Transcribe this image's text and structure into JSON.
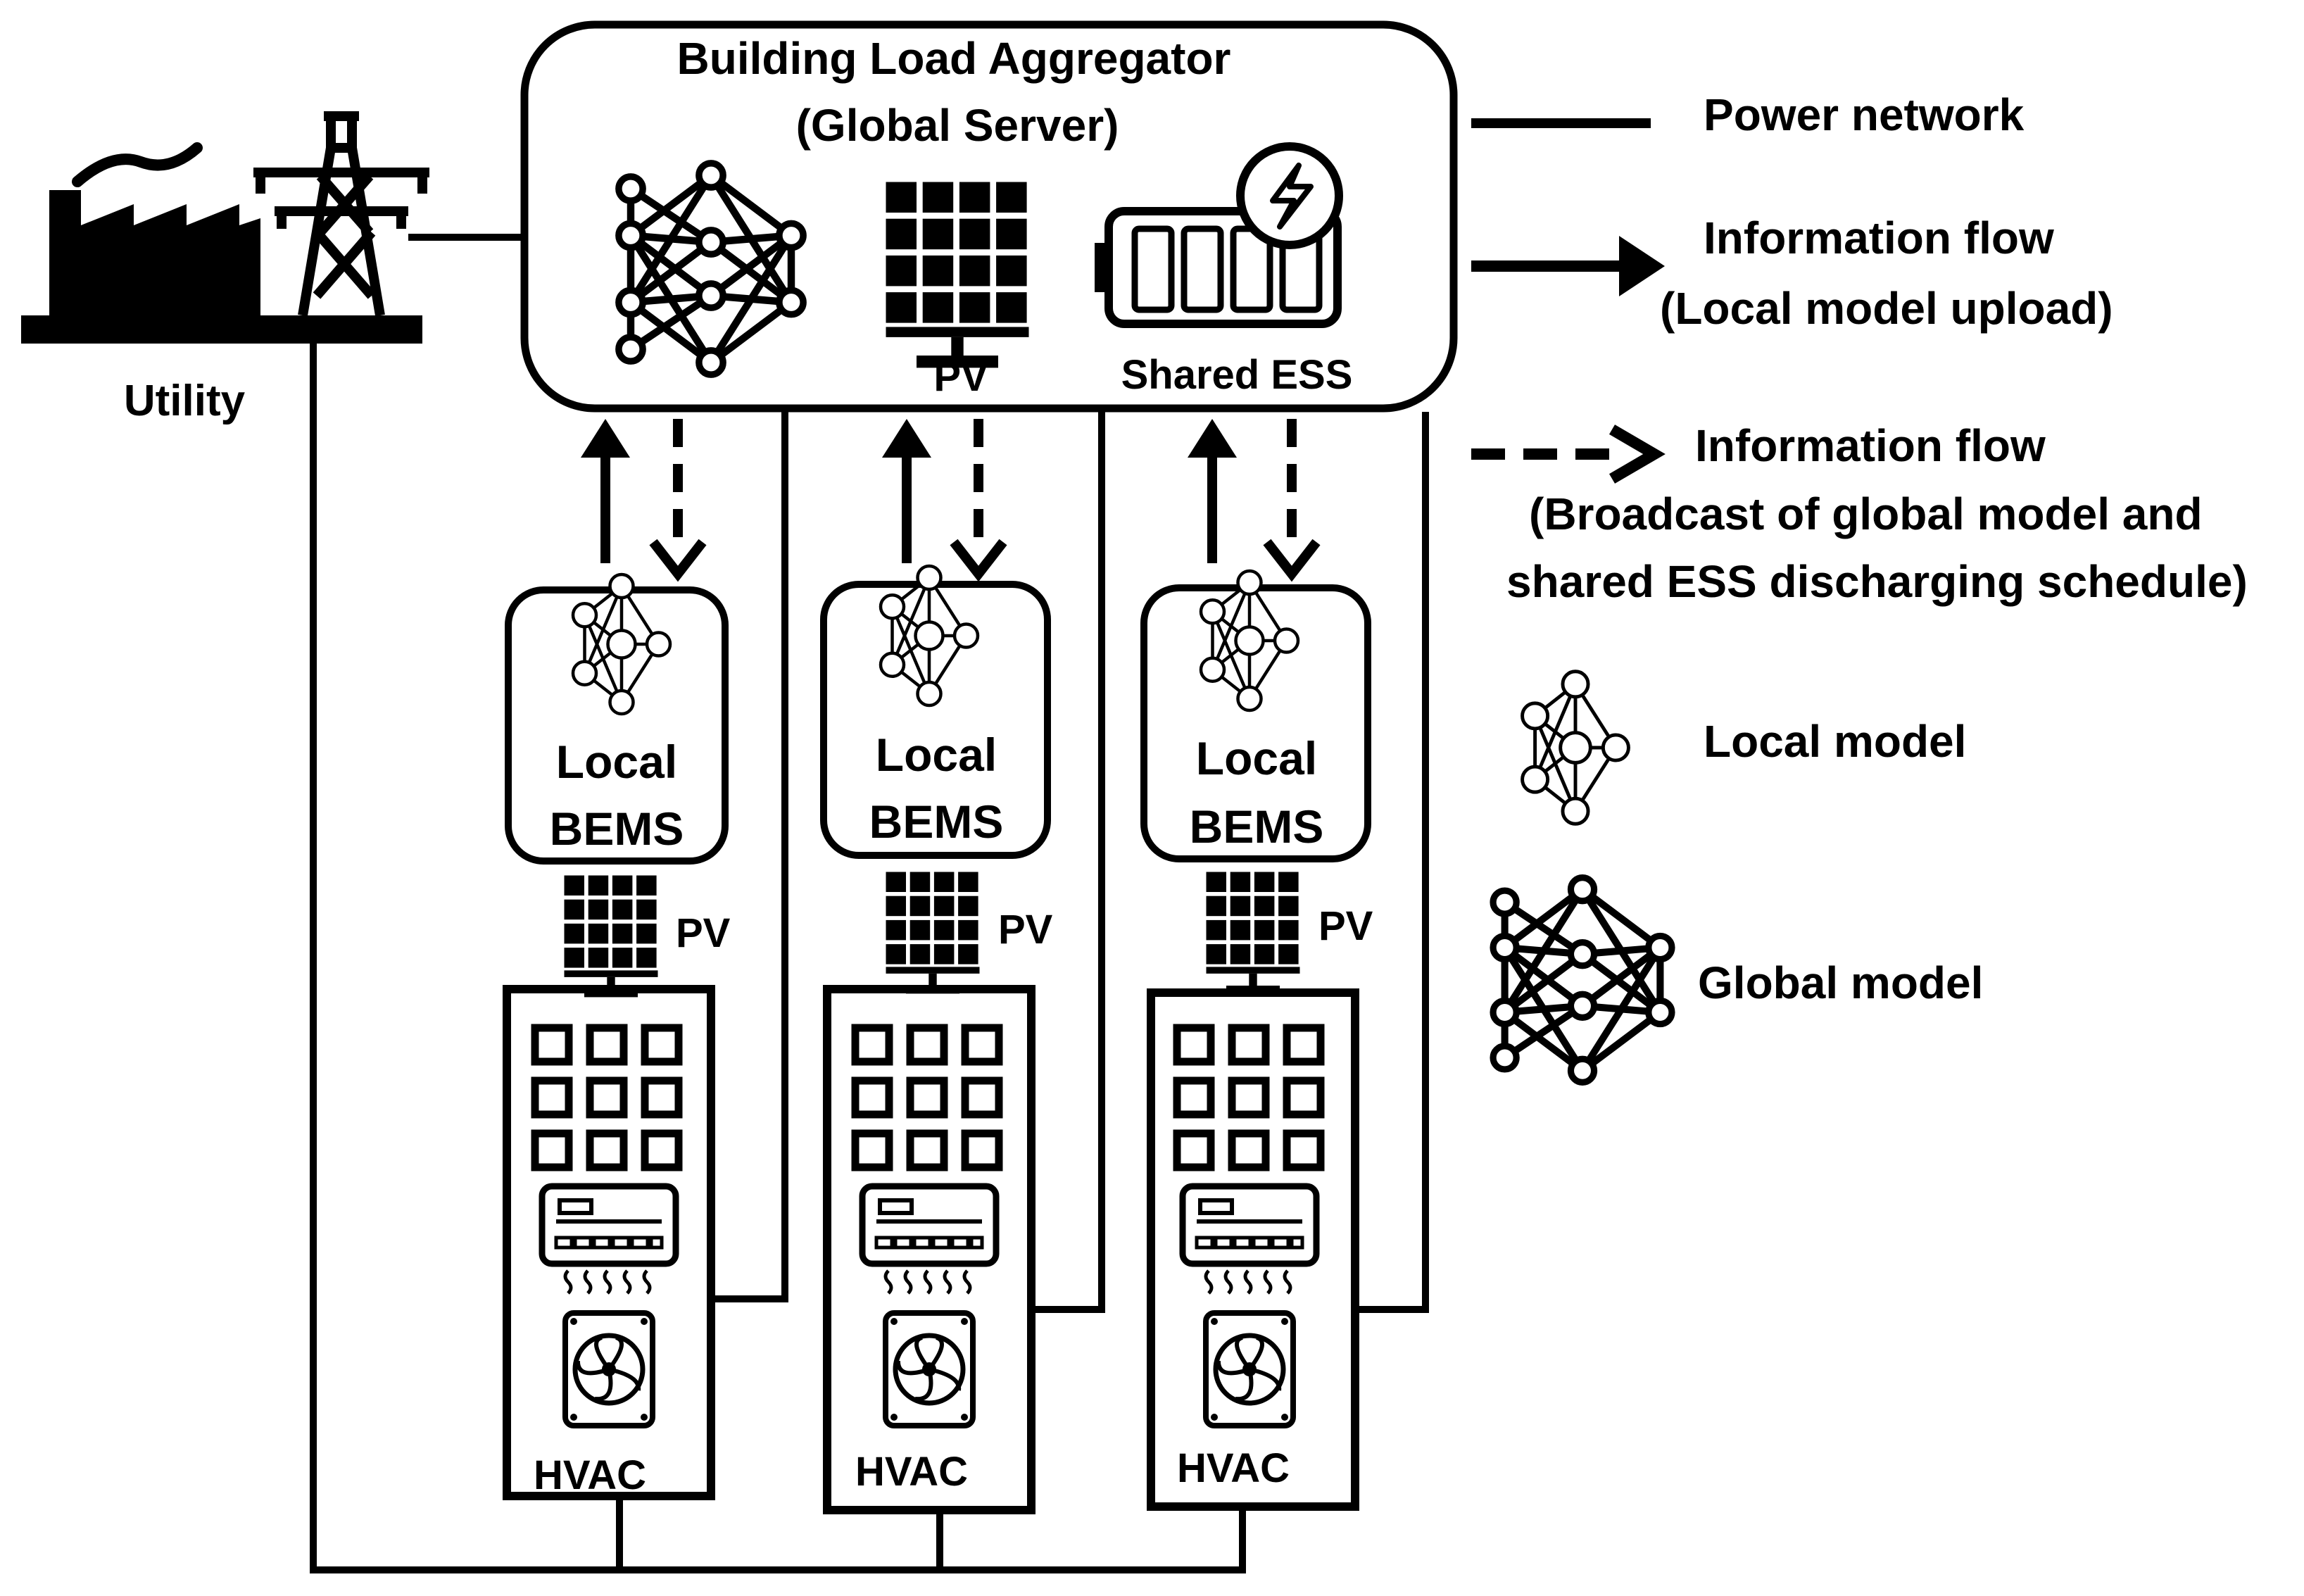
{
  "aggregator": {
    "title_line1": "Building Load Aggregator",
    "title_line2": "(Global Server)",
    "pv_label": "PV",
    "ess_label": "Shared ESS"
  },
  "utility": {
    "label": "Utility"
  },
  "buildings": [
    {
      "bems_line1": "Local",
      "bems_line2": "BEMS",
      "pv_label": "PV",
      "hvac_label": "HVAC"
    },
    {
      "bems_line1": "Local",
      "bems_line2": "BEMS",
      "pv_label": "PV",
      "hvac_label": "HVAC"
    },
    {
      "bems_line1": "Local",
      "bems_line2": "BEMS",
      "pv_label": "PV",
      "hvac_label": "HVAC"
    }
  ],
  "legend": {
    "power_network": "Power network",
    "upload_line1": "Information flow",
    "upload_line2": "(Local model upload)",
    "broadcast_line1": "Information flow",
    "broadcast_line2": "(Broadcast of global model and",
    "broadcast_line3": "shared ESS discharging schedule)",
    "local_model": "Local model",
    "global_model": "Global model"
  },
  "colors": {
    "ink": "#000000",
    "background": "#ffffff"
  }
}
